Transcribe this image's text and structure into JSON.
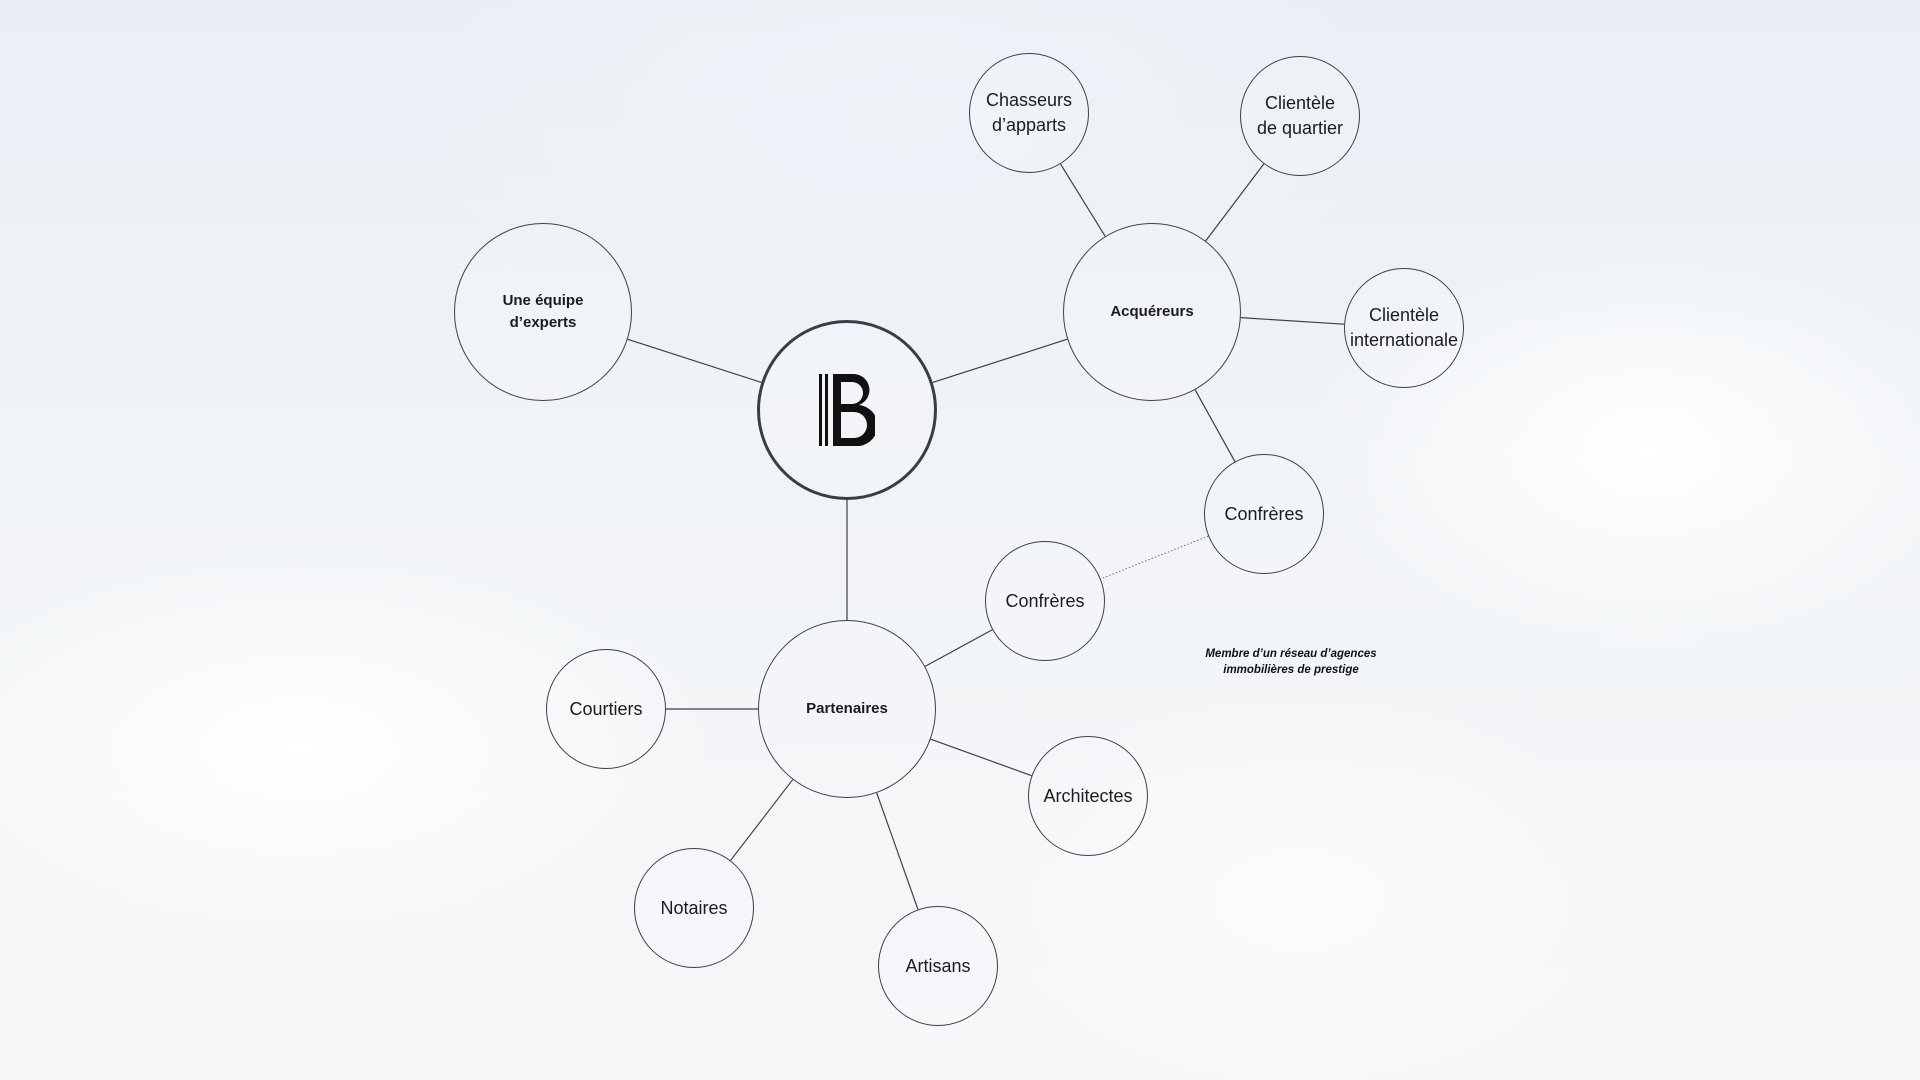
{
  "diagram": {
    "nodes": [
      {
        "id": "center",
        "lines": [],
        "logo": "B-logo",
        "kind": "center"
      },
      {
        "id": "experts",
        "lines": [
          "Une équipe",
          "d’experts"
        ],
        "kind": "bold"
      },
      {
        "id": "acquereurs",
        "lines": [
          "Acquéreurs"
        ],
        "kind": "bold"
      },
      {
        "id": "partenaires",
        "lines": [
          "Partenaires"
        ],
        "kind": "bold"
      },
      {
        "id": "chasseurs",
        "lines": [
          "Chasseurs",
          "d’apparts"
        ],
        "kind": "small"
      },
      {
        "id": "quartier",
        "lines": [
          "Clientèle",
          "de quartier"
        ],
        "kind": "small"
      },
      {
        "id": "international",
        "lines": [
          "Clientèle",
          "internationale"
        ],
        "kind": "small"
      },
      {
        "id": "confreres1",
        "lines": [
          "Confrères"
        ],
        "kind": "small"
      },
      {
        "id": "confreres2",
        "lines": [
          "Confrères"
        ],
        "kind": "small"
      },
      {
        "id": "courtiers",
        "lines": [
          "Courtiers"
        ],
        "kind": "small"
      },
      {
        "id": "notaires",
        "lines": [
          "Notaires"
        ],
        "kind": "small"
      },
      {
        "id": "artisans",
        "lines": [
          "Artisans"
        ],
        "kind": "small"
      },
      {
        "id": "architectes",
        "lines": [
          "Architectes"
        ],
        "kind": "small"
      }
    ],
    "edges": [
      [
        "center",
        "experts",
        "solid"
      ],
      [
        "center",
        "acquereurs",
        "solid"
      ],
      [
        "center",
        "partenaires",
        "solid"
      ],
      [
        "acquereurs",
        "chasseurs",
        "solid"
      ],
      [
        "acquereurs",
        "quartier",
        "solid"
      ],
      [
        "acquereurs",
        "international",
        "solid"
      ],
      [
        "acquereurs",
        "confreres1",
        "solid"
      ],
      [
        "confreres1",
        "confreres2",
        "dotted"
      ],
      [
        "partenaires",
        "confreres2",
        "solid"
      ],
      [
        "partenaires",
        "courtiers",
        "solid"
      ],
      [
        "partenaires",
        "notaires",
        "solid"
      ],
      [
        "partenaires",
        "artisans",
        "solid"
      ],
      [
        "partenaires",
        "architectes",
        "solid"
      ]
    ],
    "caption": [
      "Membre d’un réseau d’agences",
      "immobilières de prestige"
    ],
    "colors": {
      "stroke": "#3d404a",
      "text": "#1c1c1f"
    }
  }
}
